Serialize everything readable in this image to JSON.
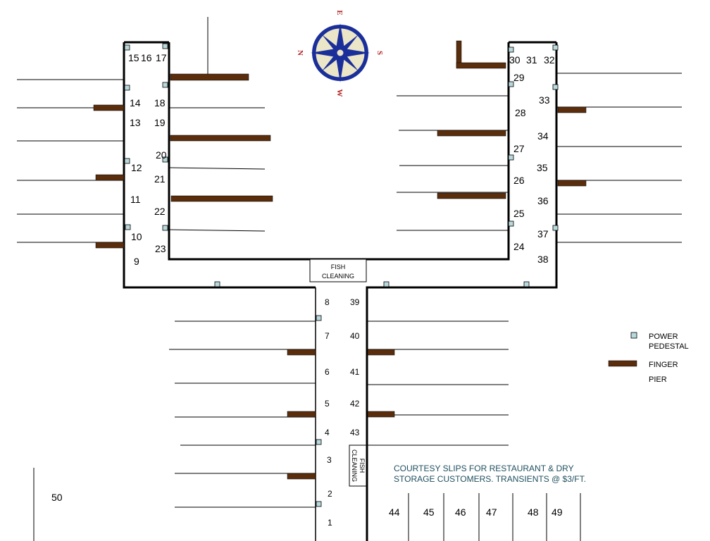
{
  "compass": {
    "north": "N",
    "south": "S",
    "east": "E",
    "west": "W"
  },
  "legend": {
    "power_pedestal": [
      "POWER",
      "PEDESTAL"
    ],
    "finger": "FINGER",
    "pier": "PIER"
  },
  "fish_cleaning_top": [
    "FISH",
    "CLEANING"
  ],
  "fish_cleaning_side": [
    "FISH",
    "CLEANING"
  ],
  "note": [
    "COURTESY SLIPS FOR RESTAURANT & DRY",
    "STORAGE CUSTOMERS.  TRANSIENTS @ $3/FT."
  ],
  "slips": {
    "s1": "1",
    "s2": "2",
    "s3": "3",
    "s4": "4",
    "s5": "5",
    "s6": "6",
    "s7": "7",
    "s8": "8",
    "s9": "9",
    "s10": "10",
    "s11": "11",
    "s12": "12",
    "s13": "13",
    "s14": "14",
    "s15": "15",
    "s16": "16",
    "s17": "17",
    "s18": "18",
    "s19": "19",
    "s20": "20",
    "s21": "21",
    "s22": "22",
    "s23": "23",
    "s24": "24",
    "s25": "25",
    "s26": "26",
    "s27": "27",
    "s28": "28",
    "s29": "29",
    "s30": "30",
    "s31": "31",
    "s32": "32",
    "s33": "33",
    "s34": "34",
    "s35": "35",
    "s36": "36",
    "s37": "37",
    "s38": "38",
    "s39": "39",
    "s40": "40",
    "s41": "41",
    "s42": "42",
    "s43": "43",
    "s44": "44",
    "s45": "45",
    "s46": "46",
    "s47": "47",
    "s48": "48",
    "s49": "49",
    "s50": "50"
  },
  "colors": {
    "finger": "#5a2d0c",
    "pedestal": "#b8d8dc",
    "compass_blue": "#1a2f9a",
    "compass_cream": "#ece6c8"
  }
}
